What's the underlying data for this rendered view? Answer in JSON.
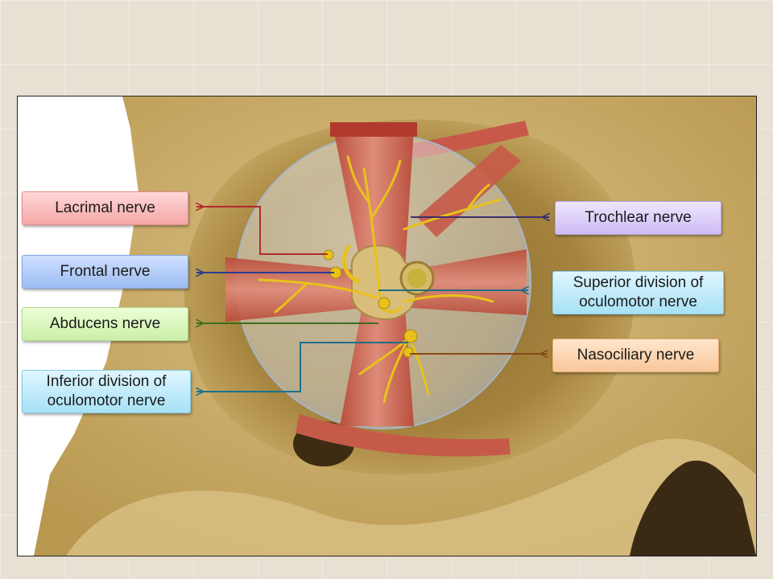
{
  "labels": {
    "lacrimal": "Lacrimal nerve",
    "frontal": "Frontal nerve",
    "abducens": "Abducens nerve",
    "inferior": "Inferior division of oculomotor nerve",
    "trochlear": "Trochlear nerve",
    "superior": "Superior division of oculomotor nerve",
    "nasociliary": "Nasociliary nerve"
  },
  "colors": {
    "slide_background": "#e7e0d3",
    "bone": "#c9ac6a",
    "muscle": "#c65a48",
    "nerve": "#e8c21a",
    "lacrimal_leader": "#b22a2a",
    "frontal_leader": "#2a3d8f",
    "abducens_leader": "#3d6e1e",
    "inferior_leader": "#1d6f8a",
    "trochlear_leader": "#3b2f6b",
    "superior_leader": "#1d6f8a",
    "nasociliary_leader": "#8a4a14"
  }
}
